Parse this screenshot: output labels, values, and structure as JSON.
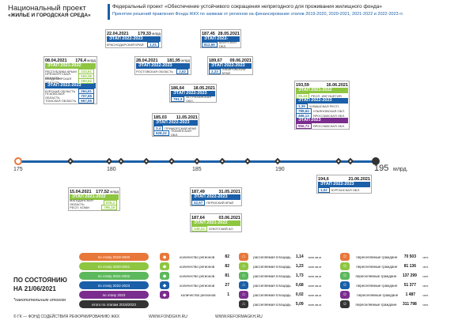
{
  "header": {
    "title": "Национальный проект",
    "subtitle": "«ЖИЛЬЕ И ГОРОДСКАЯ СРЕДА»",
    "line1": "Федеральный проект «Обеспечение устойчивого сокращения  непригодного для проживания жилищного фонда»",
    "line2": "Принятие  решений правления Фонда ЖКХ по заявкам  от регионов на финансирование этапов 2019-2020, 2020-2021, 2021-2022 и 2022-2023 гг."
  },
  "axis": {
    "labels": [
      "175",
      "180",
      "185",
      "190",
      "195"
    ],
    "end_label": "млрд."
  },
  "cards": [
    {
      "date": "08.04.2021",
      "amount": "176,4",
      "unit": "млрд",
      "stages": [
        {
          "label": "ЭТАП 2021-2022",
          "color": "lime",
          "regions": [
            [
              "243,61",
              "РЕСПУБЛИКА КРЫМ"
            ],
            [
              "183,35",
              "ОРЕНБУРГСКАЯ ОБЛАСТЬ"
            ],
            [
              "250,52",
              "ВЛАДИМИРСКАЯ ОБЛАСТЬ"
            ]
          ]
        },
        {
          "label": "ЭТАП 2022-2023",
          "color": "blue",
          "regions": [
            [
              "264,61",
              "КУРСКАЯ ОБЛАСТЬ"
            ],
            [
              "707,65",
              "ПСКОВСКАЯ ОБЛАСТЬ"
            ],
            [
              "667,55",
              "ТОМСКАЯ ОБЛАСТЬ"
            ]
          ]
        }
      ]
    },
    {
      "date": "22.04.2021",
      "amount": "179,33",
      "unit": "млрд",
      "stages": [
        {
          "label": "ЭТАП 2022-2023",
          "color": "blue",
          "regions": [
            [
              "1,01",
              "КРАСНОДАРСКИЙ КРАЙ"
            ]
          ]
        }
      ]
    },
    {
      "date": "28.04.2021",
      "amount": "181,95",
      "unit": "млрд",
      "stages": [
        {
          "label": "ЭТАП 2022-2023",
          "color": "blue",
          "regions": [
            [
              "2,62",
              "РОСТОВСКАЯ ОБЛАСТЬ"
            ]
          ]
        }
      ]
    },
    {
      "date": "187,45",
      "amount": "28.05.2021",
      "unit": "",
      "stages": [
        {
          "label": "ЭТАП 2022-2023",
          "color": "blue",
          "regions": [
            [
              "812,66",
              "АМУРСКАЯ ОБЛ."
            ]
          ]
        }
      ]
    },
    {
      "date": "186,64",
      "amount": "18.05.2021",
      "unit": "",
      "stages": [
        {
          "label": "ЭТАП 2022-2023",
          "color": "blue",
          "regions": [
            [
              "791,3",
              "АСТРАХАНСКАЯ ОБЛ."
            ]
          ]
        }
      ]
    },
    {
      "date": "185,03",
      "amount": "11.05.2021",
      "unit": "",
      "stages": [
        {
          "label": "ЭТАП 2022-2023",
          "color": "blue",
          "regions": [
            [
              "3,4",
              "ПРИМОРСКИЙ КРАЙ"
            ],
            [
              "628,22",
              "ТЮМЕНСКАЯ ОБЛ."
            ]
          ]
        }
      ]
    },
    {
      "date": "189,67",
      "amount": "09.06.2021",
      "unit": "",
      "stages": [
        {
          "label": "ЭТАП 2022-2023",
          "color": "blue",
          "regions": [
            [
              "2,23",
              "ХАБАРОВСКИЙ КРАЙ"
            ]
          ]
        }
      ]
    },
    {
      "date": "193,59",
      "amount": "16.06.2021",
      "unit": "",
      "stages": [
        {
          "label": "ЭТАП 2021-2022",
          "color": "lime",
          "regions": [
            [
              "25,44",
              "РЕСП. ИНГУШЕТИЯ"
            ]
          ]
        },
        {
          "label": "ЭТАП 2022-2023",
          "color": "blue",
          "regions": [
            [
              "1,39",
              "ЧУВАШСКАЯ РЕСП."
            ],
            [
              "789,64",
              "УЛЬЯНОВСКАЯ ОБЛ."
            ],
            [
              "496,13",
              "ЯРОСЛАВСКАЯ ОБЛ."
            ]
          ]
        },
        {
          "label": "ЭТАП 2023",
          "color": "purple",
          "regions": [
            [
              "956,73",
              "ЯРОСЛАВСКАЯ ОБЛ."
            ]
          ]
        }
      ]
    },
    {
      "date": "15.04.2021",
      "amount": "177,52",
      "unit": "млрд",
      "stages": [
        {
          "label": "ЭТАП 2021-2022",
          "color": "lime",
          "regions": [
            [
              "205,2",
              "МАГАДАНСКАЯ ОБЛАСТЬ"
            ],
            [
              "799,19",
              "РЕСП. КОМИ"
            ]
          ]
        }
      ]
    },
    {
      "date": "187,49",
      "amount": "31.05.2021",
      "unit": "",
      "stages": [
        {
          "label": "ЭТАП 2022-2023",
          "color": "blue",
          "regions": [
            [
              "42,67",
              "ПЕРМСКИЙ КРАЙ"
            ]
          ]
        }
      ]
    },
    {
      "date": "187,64",
      "amount": "03.06.2021",
      "unit": "",
      "stages": [
        {
          "label": "ЭТАП 2021-2022",
          "color": "lime",
          "regions": [
            [
              "149,24",
              "ЧУКОТСКИЙ АО"
            ]
          ]
        }
      ]
    },
    {
      "date": "194,6",
      "amount": "21.06.2021",
      "unit": "",
      "stages": [
        {
          "label": "ЭТАП 2022-2023",
          "color": "blue",
          "regions": [
            [
              "1,02",
              "КУРГАНСКАЯ ОБЛ."
            ]
          ]
        }
      ]
    }
  ],
  "status": {
    "line1": "ПО СОСТОЯНИЮ",
    "line2": "НА 21/06/2021",
    "note": "*накопительным итогом"
  },
  "legend": {
    "stages": [
      {
        "label": "по этапу 2019-2020",
        "color": "#e8773a"
      },
      {
        "label": "по этапу 2020-2021",
        "color": "#8ec641"
      },
      {
        "label": "по этапу 2021-2022",
        "color": "#5cb85c"
      },
      {
        "label": "по этапу 2022-2023",
        "color": "#1a5fa8"
      },
      {
        "label": "по этапу 2023",
        "color": "#7b2d8e"
      },
      {
        "label": "итого по этапам 2019/2023",
        "color": "#333"
      }
    ],
    "regions": {
      "label": "количество регионов",
      "values": [
        "82",
        "82",
        "81",
        "27",
        "1"
      ]
    },
    "area": {
      "label": "расселяемая площадь",
      "values": [
        "1,14",
        "1,23",
        "1,73",
        "0,68",
        "0,02",
        "5,09"
      ],
      "unit": "млн кв.м"
    },
    "people": {
      "label": "переселяемые граждане",
      "values": [
        "70 503",
        "81 136",
        "137 299",
        "51 377",
        "1 487",
        "311 798"
      ],
      "unit": "чел."
    }
  },
  "footer": {
    "left": "© ГК — ФОНД СОДЕЙСТВИЯ РЕФОРМИРОВАНИЮ ЖКХ",
    "mid": "WWW.FONDGKH.RU",
    "right": "WWW.REFORMAGKH.RU"
  }
}
